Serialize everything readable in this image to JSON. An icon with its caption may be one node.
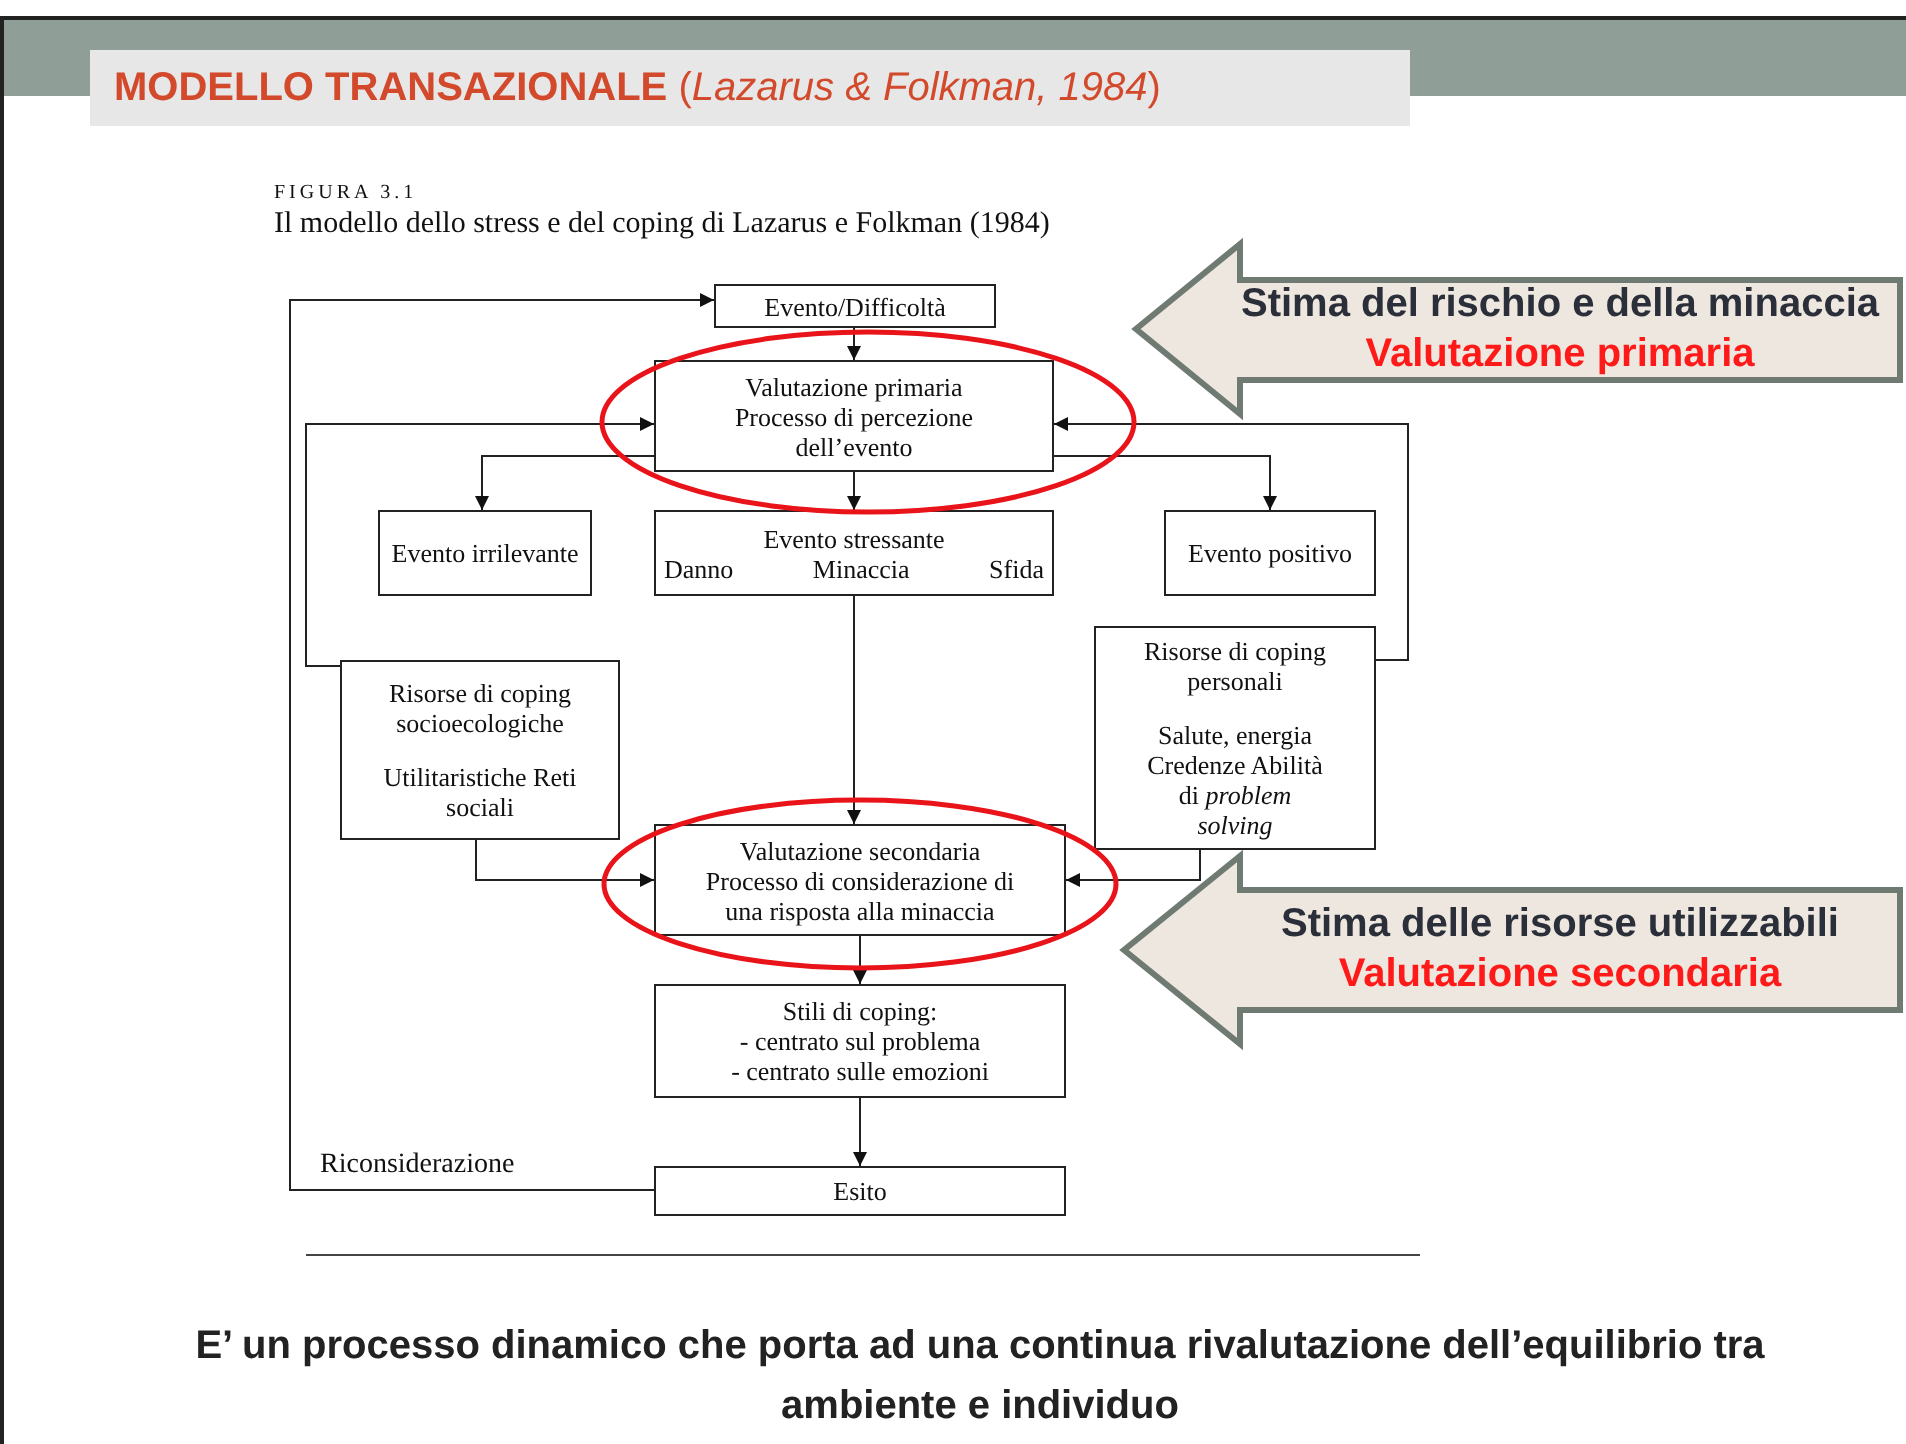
{
  "diagram": {
    "title": "**MODELLO TRANSAZIONALE** (*Lazarus & Folkman, 1984*)",
    "caption": "E’ un processo dinamico che porta ad una continua rivalutazione dell’equilibrio tra ambiente e individuo",
    "nodes": [
      {
        "text": [
          "Evento/Difficoltà"
        ]
      },
      {
        "text": [
          "Valutazione primaria Processo di percezione dell’evento"
        ]
      },
      {
        "text": [
          "Evento irrilevante"
        ]
      },
      {
        "text": [
          "Evento stressante",
          "Danno",
          "Minaccia",
          "Sfida"
        ]
      },
      {
        "text": [
          "Evento positivo"
        ]
      },
      {
        "text": [
          "Risorse di coping socioecologiche",
          "Utilitaristiche Reti sociali"
        ]
      },
      {
        "text": [
          "Risorse di coping personali",
          "Salute, energia Credenze Abilità di *problem solving*"
        ]
      },
      {
        "text": [
          "Valutazione secondaria Processo di considerazione di una risposta alla minaccia"
        ]
      },
      {
        "text": [
          "Stili di coping:",
          "- centrato sul problema",
          "- centrato sulle emozioni"
        ]
      },
      {
        "text": [
          "Esito"
        ]
      },
      {
        "text": [
          "Stima del rischio e della minaccia",
          "Valutazione primaria"
        ]
      },
      {
        "text": [
          "Stima delle risorse utilizzabili",
          "Valutazione secondaria"
        ]
      }
    ],
    "edges": [
      {
        "from": 0,
        "to": 1,
        "arrow": "to"
      },
      {
        "from": 1,
        "to": 2,
        "arrow": "to"
      },
      {
        "from": 1,
        "to": 3,
        "arrow": "to"
      },
      {
        "from": 1,
        "to": 4,
        "arrow": "to"
      },
      {
        "from": 6,
        "to": 1,
        "arrow": "to"
      },
      {
        "from": 5,
        "to": 1,
        "arrow": "to"
      },
      {
        "from": 3,
        "to": 7,
        "arrow": "to"
      },
      {
        "from": 5,
        "to": 7,
        "arrow": "to"
      },
      {
        "from": 6,
        "to": 7,
        "arrow": "to"
      },
      {
        "from": 7,
        "to": 8,
        "arrow": "to"
      },
      {
        "from": 8,
        "to": 9,
        "arrow": "to"
      },
      {
        "from": 9,
        "to": 0,
        "arrow": "to",
        "label": "Riconsiderazione"
      }
    ],
    "labels": [
      "FIGURA 3.1",
      "Il modello dello stress e del coping di Lazarus e Folkman (1984)"
    ]
  }
}
